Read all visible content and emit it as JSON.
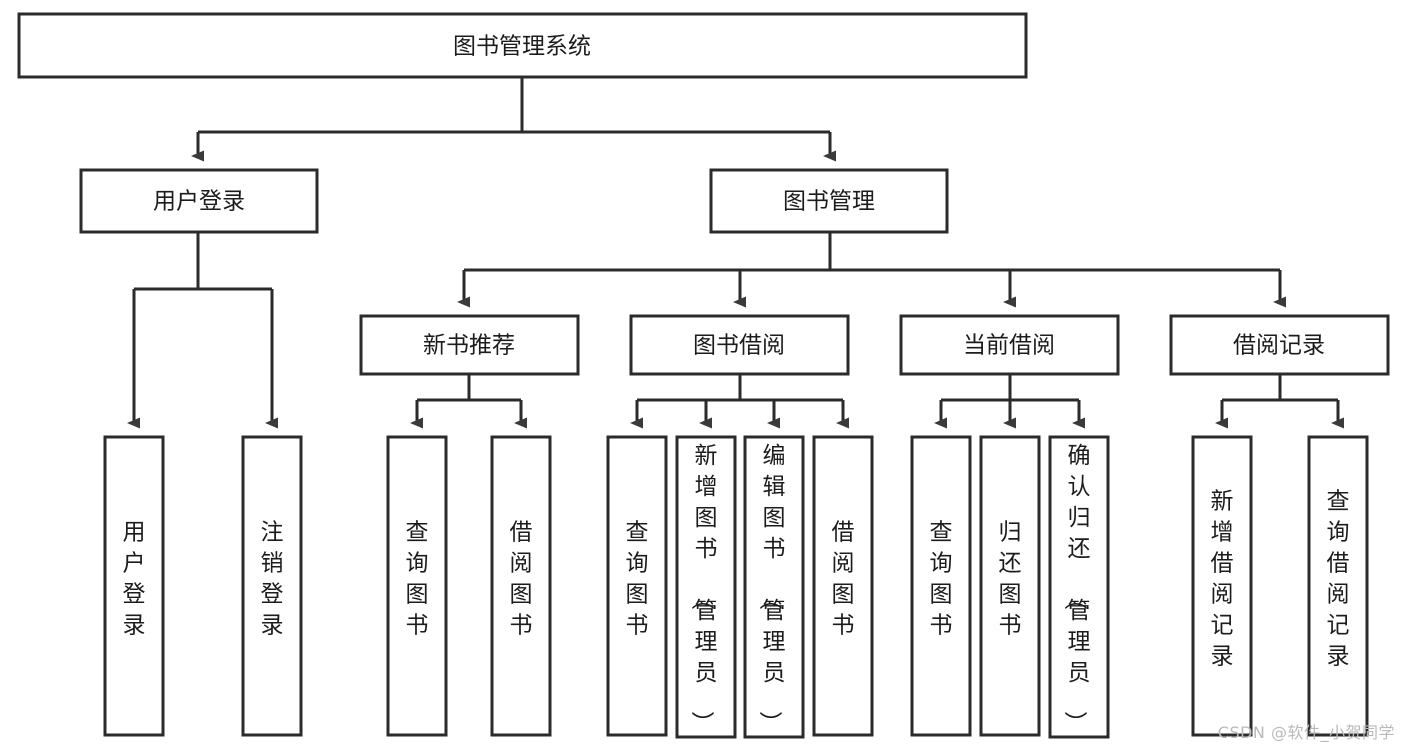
{
  "diagram": {
    "title": "图书管理系统",
    "type": "tree-hierarchy-diagram",
    "colors": {
      "box_stroke": "#2b2b2b",
      "box_fill": "#ffffff",
      "connector": "#2b2b2b",
      "text": "#1c1c1c",
      "watermark": "#b9b9b9",
      "background": "#ffffff"
    },
    "root": {
      "id": "root",
      "label": "图书管理系统"
    },
    "level2": [
      {
        "id": "user-login",
        "label": "用户登录"
      },
      {
        "id": "book-management",
        "label": "图书管理"
      }
    ],
    "level3": [
      {
        "id": "new-book-recommend",
        "label": "新书推荐",
        "parent": "book-management"
      },
      {
        "id": "book-borrow",
        "label": "图书借阅",
        "parent": "book-management"
      },
      {
        "id": "current-borrow",
        "label": "当前借阅",
        "parent": "book-management"
      },
      {
        "id": "borrow-record",
        "label": "借阅记录",
        "parent": "book-management"
      }
    ],
    "leaves": [
      {
        "id": "leaf-user-login",
        "label": "用户登录",
        "parent": "user-login"
      },
      {
        "id": "leaf-logout-login",
        "label": "注销登录",
        "parent": "user-login"
      },
      {
        "id": "leaf-query-book-1",
        "label": "查询图书",
        "parent": "new-book-recommend"
      },
      {
        "id": "leaf-borrow-book-1",
        "label": "借阅图书",
        "parent": "new-book-recommend"
      },
      {
        "id": "leaf-query-book-2",
        "label": "查询图书",
        "parent": "book-borrow"
      },
      {
        "id": "leaf-add-book",
        "label": "新增图书（管理员）",
        "parent": "book-borrow"
      },
      {
        "id": "leaf-edit-book",
        "label": "编辑图书（管理员）",
        "parent": "book-borrow"
      },
      {
        "id": "leaf-borrow-book-2",
        "label": "借阅图书",
        "parent": "book-borrow"
      },
      {
        "id": "leaf-query-book-3",
        "label": "查询图书",
        "parent": "current-borrow"
      },
      {
        "id": "leaf-return-book",
        "label": "归还图书",
        "parent": "current-borrow"
      },
      {
        "id": "leaf-confirm-return",
        "label": "确认归还（管理员）",
        "parent": "current-borrow"
      },
      {
        "id": "leaf-add-record",
        "label": "新增借阅记录",
        "parent": "borrow-record"
      },
      {
        "id": "leaf-query-record",
        "label": "查询借阅记录",
        "parent": "borrow-record"
      }
    ]
  },
  "watermark": {
    "text": "CSDN @软件_小贺同学"
  }
}
